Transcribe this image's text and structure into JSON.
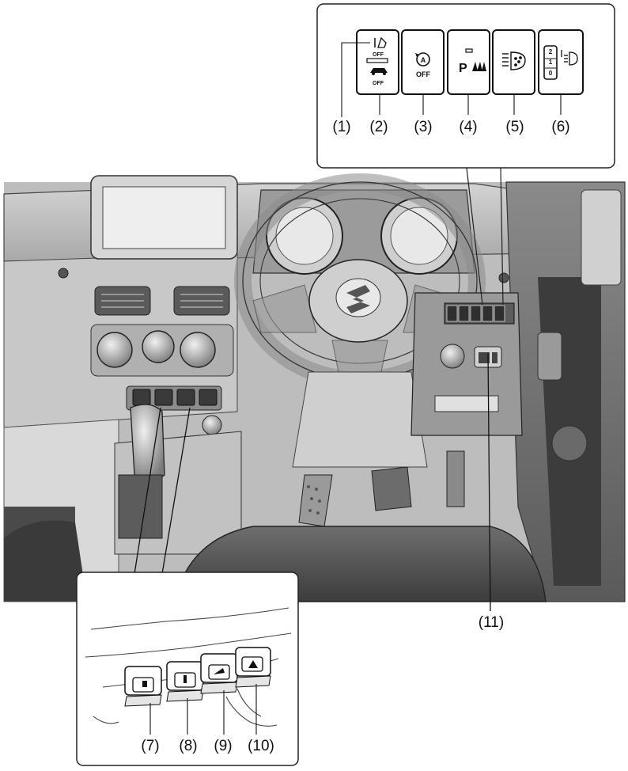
{
  "callouts": {
    "c1": "(1)",
    "c2": "(2)",
    "c3": "(3)",
    "c4": "(4)",
    "c5": "(5)",
    "c6": "(6)",
    "c7": "(7)",
    "c8": "(8)",
    "c9": "(9)",
    "c10": "(10)",
    "c11": "(11)"
  },
  "switch_text": {
    "off_small": "OFF",
    "off_small_2": "OFF",
    "auto_letter": "A",
    "auto_off": "OFF",
    "park_letter": "P",
    "dial_2": "2",
    "dial_1": "1",
    "dial_0": "0"
  },
  "icons": {
    "s1": "hill-descent-off-icon",
    "s2": "esp-off-icon",
    "s3": "auto-stop-start-off-icon",
    "s4": "parking-sensor-icon",
    "s5": "headlamp-washer-icon",
    "s6": "headlight-leveling-icon"
  }
}
